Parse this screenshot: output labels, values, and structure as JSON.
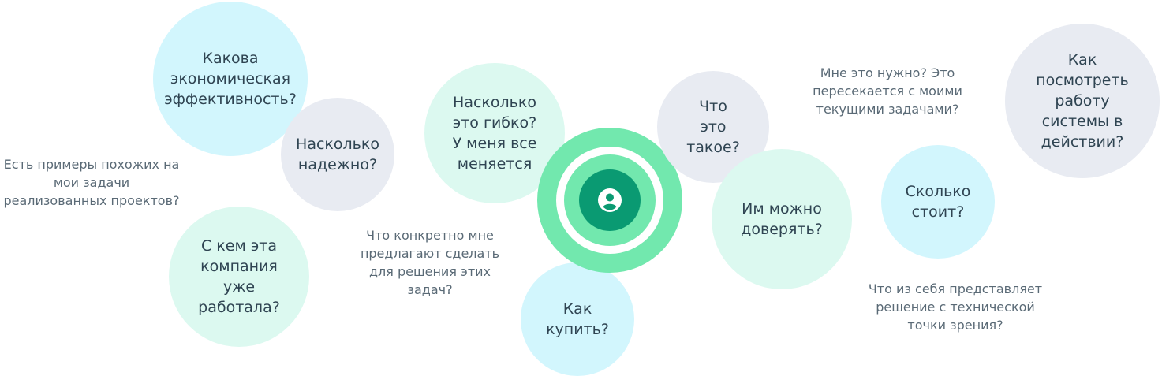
{
  "questions": {
    "economic": "Какова экономическая эффективность?",
    "reliable": "Насколько надежно?",
    "examples": "Есть примеры похожих на мои задачи реализованных проектов?",
    "clients": "С кем эта компания уже работала?",
    "flexible": "Насколько это гибко? У меня все меняется",
    "concrete": "Что конкретно мне предлагают сделать для решения этих задач?",
    "buy": "Как купить?",
    "what": "Что это такое?",
    "trust": "Им можно доверять?",
    "need": "Мне это нужно? Это пересекается с моими текущими задачами?",
    "price": "Сколько стоит?",
    "tech": "Что из себя представляет решение с технической точки зрения?",
    "demo": "Как посмотреть работу системы в действии?"
  },
  "colors": {
    "blue_bubble": "#d2f6fd",
    "gray_bubble": "#e8ebf2",
    "mint_bubble": "#dcf9f0",
    "center_green": "#72e8ae",
    "center_dark": "#0a9a72"
  },
  "center_icon": "user-icon"
}
